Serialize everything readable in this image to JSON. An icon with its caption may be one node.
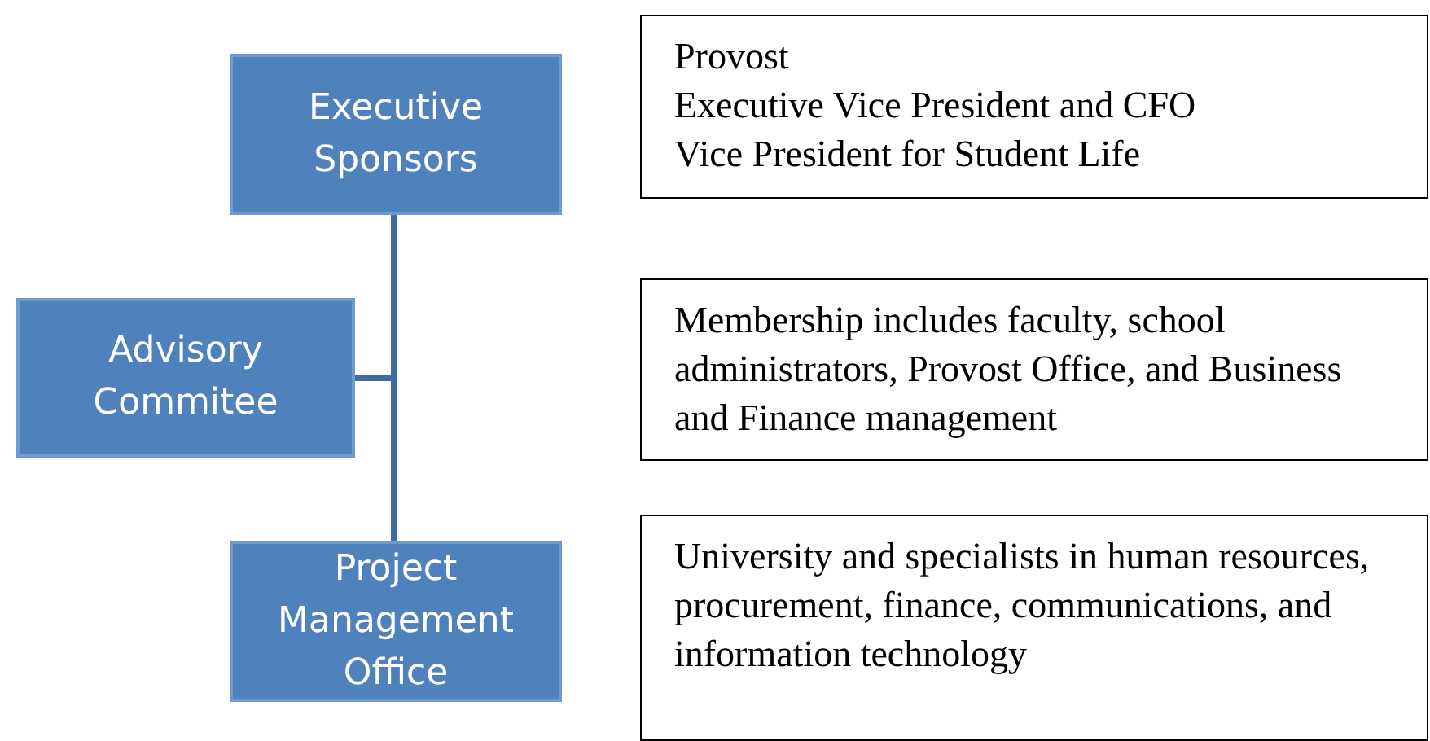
{
  "diagram": {
    "nodes": [
      {
        "text": [
          "Executive Sponsors"
        ]
      },
      {
        "text": [
          "Provost",
          "Executive Vice President and CFO",
          "Vice President for Student Life"
        ]
      },
      {
        "text": [
          "Advisory Commitee"
        ]
      },
      {
        "text": [
          "Membership includes faculty, school administrators, Provost Office, and Business and Finance management"
        ]
      },
      {
        "text": [
          "Project Management Office"
        ]
      },
      {
        "text": [
          "University and specialists in human resources, procurement, finance, communications, and information technology"
        ]
      }
    ],
    "edges": [
      {
        "from": 0,
        "to": 4,
        "arrow": "none"
      },
      {
        "from": 2,
        "to": 0,
        "arrow": "none"
      },
      {
        "from": 2,
        "to": 4,
        "arrow": "none"
      }
    ]
  }
}
